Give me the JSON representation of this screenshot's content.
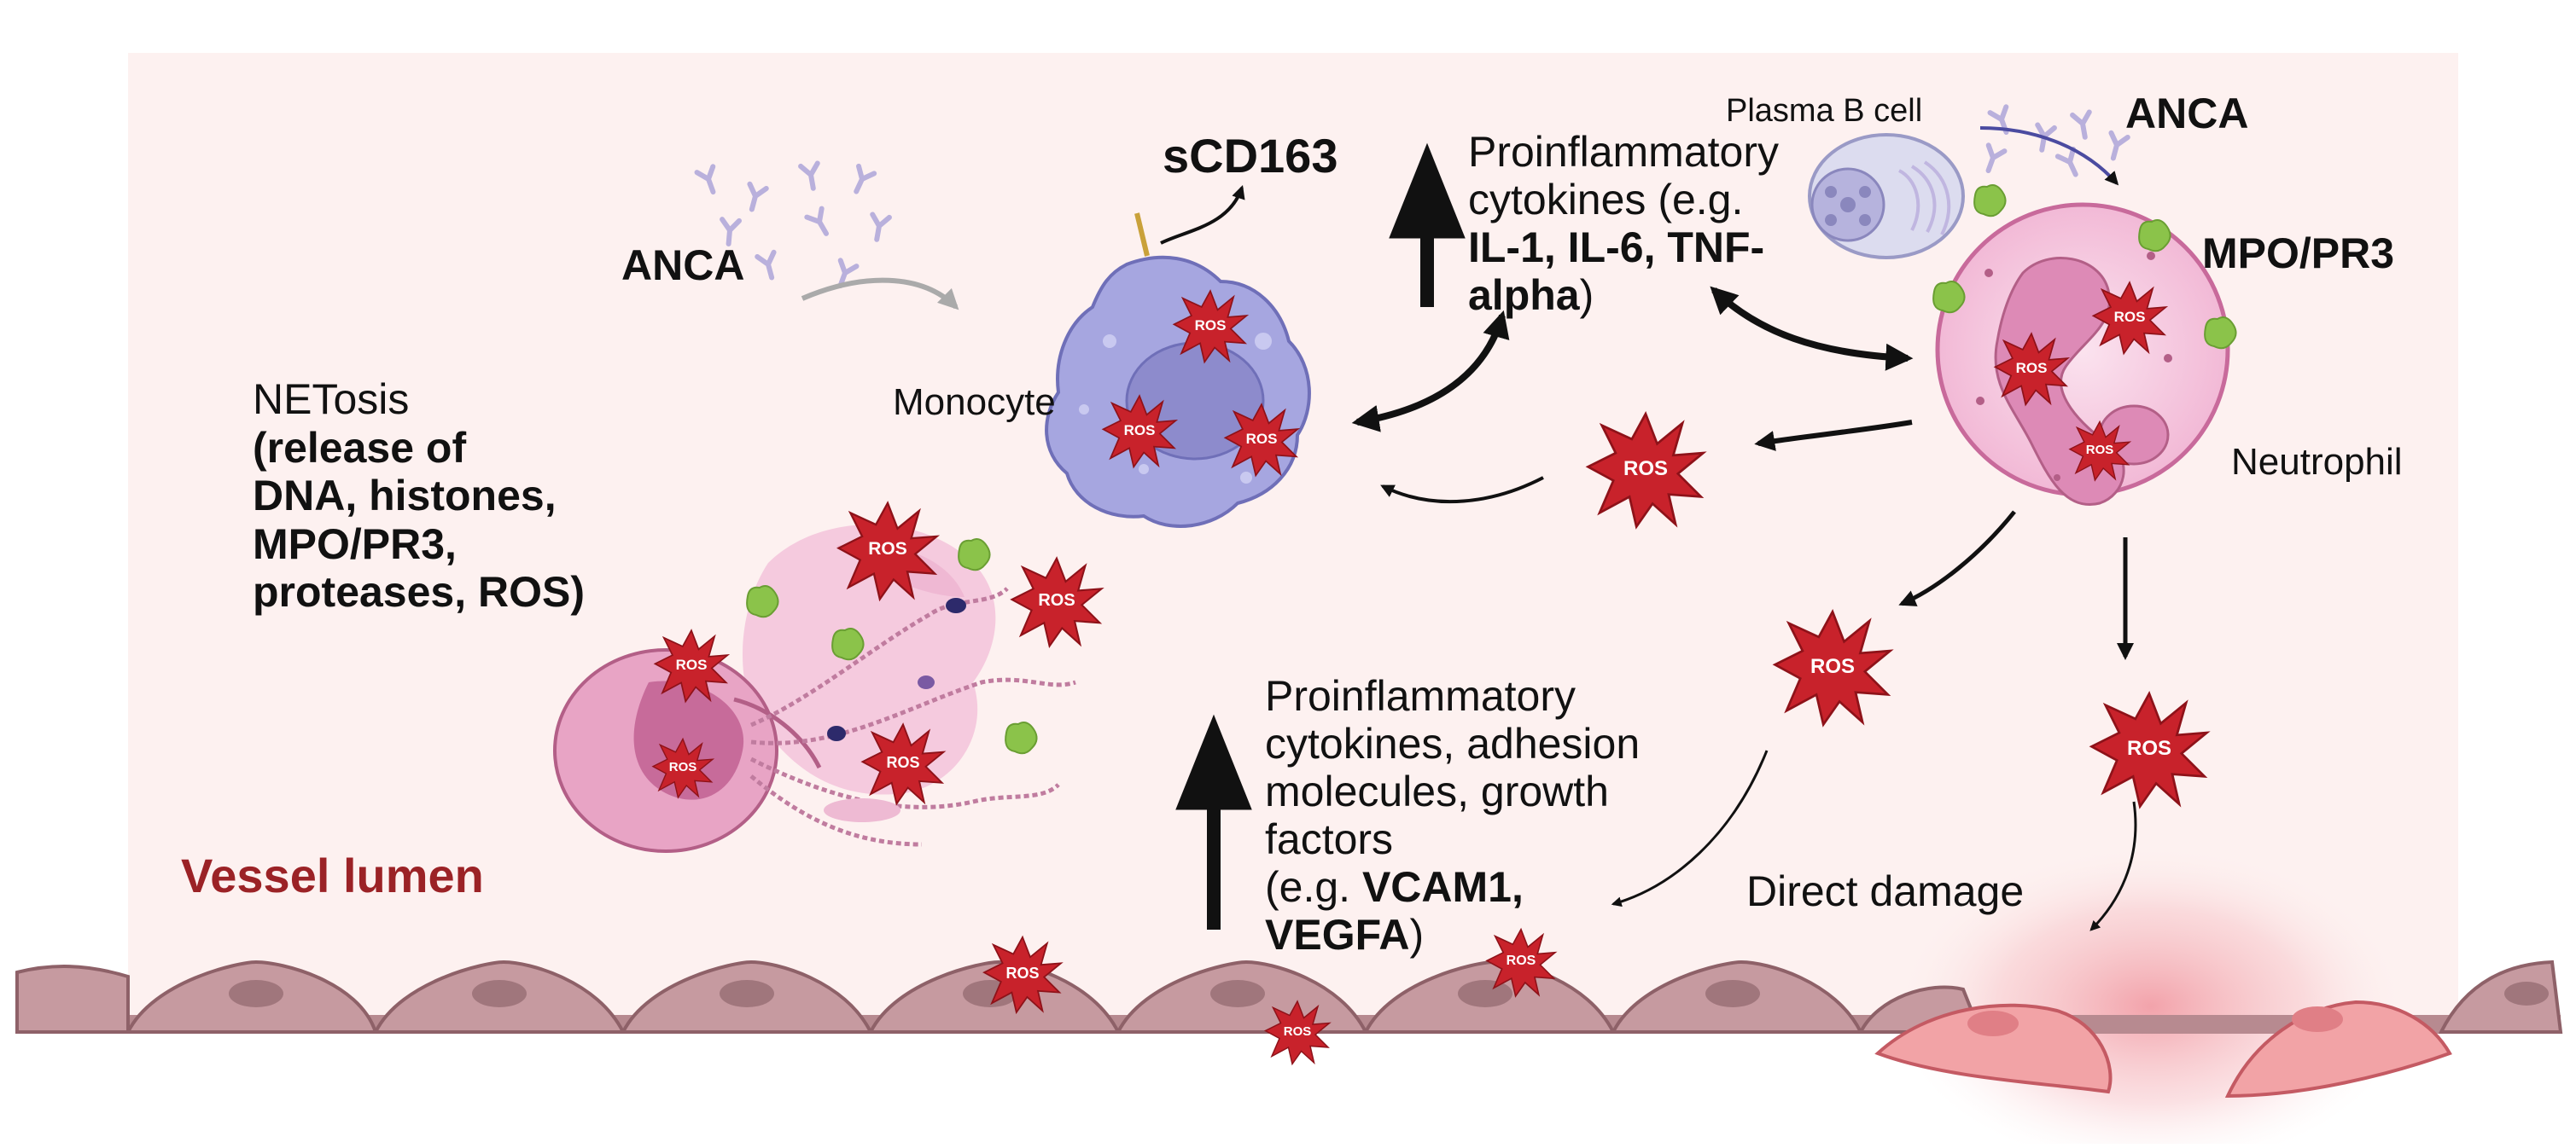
{
  "labels": {
    "anca_left": "ANCA",
    "anca_right": "ANCA",
    "scd163": "sCD163",
    "monocyte": "Monocyte",
    "plasma_b_cell": "Plasma B cell",
    "mpo_pr3": "MPO/PR3",
    "neutrophil": "Neutrophil",
    "ros": "ROS",
    "direct_damage": "Direct damage",
    "vessel_lumen": "Vessel lumen",
    "netosis": {
      "title": "NETosis",
      "line1": "(release of",
      "line2": "DNA, histones,",
      "line3": "MPO/PR3,",
      "line4": "proteases, ROS)"
    },
    "cytokines_top": {
      "line1": "Proinflammatory",
      "line2_normal": "cytokines (e.g.",
      "line3_bold": "IL-1, IL-6, TNF-",
      "line4_bold": "alpha",
      "line4_tail": ")"
    },
    "cytokines_bottom": {
      "line1": "Proinflammatory",
      "line2": "cytokines, adhesion",
      "line3": "molecules, growth",
      "line4": "factors",
      "line5_normal": "(e.g. ",
      "line5_bold": "VCAM1,",
      "line6_bold": "VEGFA",
      "line6_tail": ")"
    }
  },
  "colors": {
    "background_panel": "#fdf1f0",
    "ros_fill": "#c8222b",
    "monocyte": "#a6a6e0",
    "neutrophil": "#f6c2dd",
    "endothelium": "#b5868c",
    "vessel_title": "#9b2226"
  }
}
